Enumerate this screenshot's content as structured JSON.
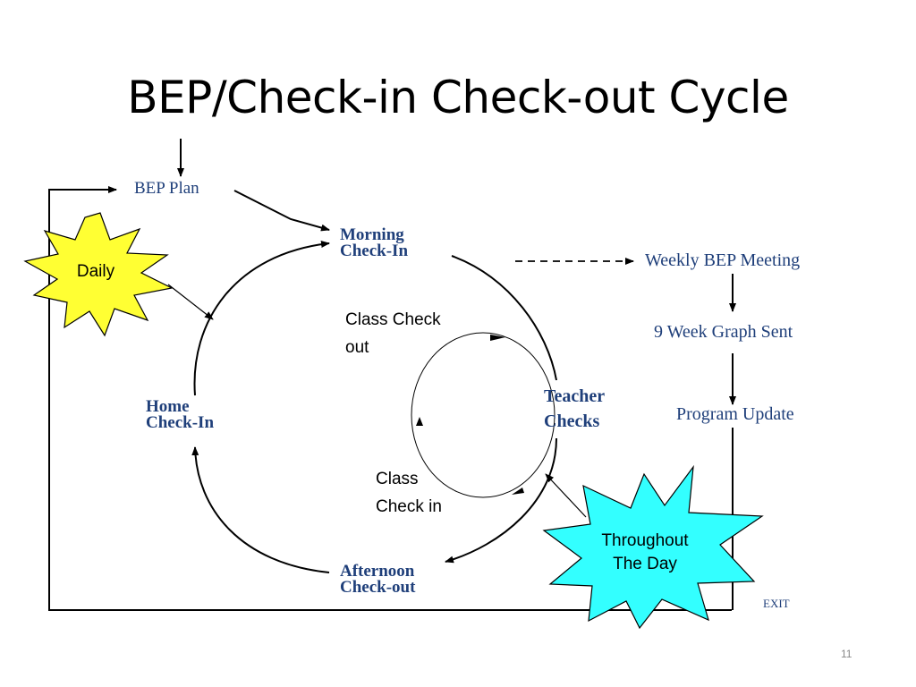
{
  "title": "BEP/Check-in Check-out Cycle",
  "nodes": {
    "bep_plan": "BEP Plan",
    "morning_checkin": [
      "Morning",
      "Check-In"
    ],
    "teacher_checks": [
      "Teacher",
      "Checks"
    ],
    "afternoon_checkout": [
      "Afternoon",
      "Check-out"
    ],
    "home_checkin": [
      "Home",
      "Check-In"
    ],
    "class_check_out": [
      "Class Check",
      "out"
    ],
    "class_check_in": [
      "Class",
      "Check in"
    ],
    "weekly_bep_meeting": "Weekly BEP Meeting",
    "nine_week_graph": "9 Week Graph Sent",
    "program_update": "Program Update",
    "exit": "EXIT"
  },
  "callouts": {
    "daily": "Daily",
    "throughout": [
      "Throughout",
      "The Day"
    ]
  },
  "colors": {
    "node_text": "#1f3f7a",
    "daily_burst": "#ffff33",
    "throughout_burst": "#33ffff"
  },
  "slide_number": "11"
}
